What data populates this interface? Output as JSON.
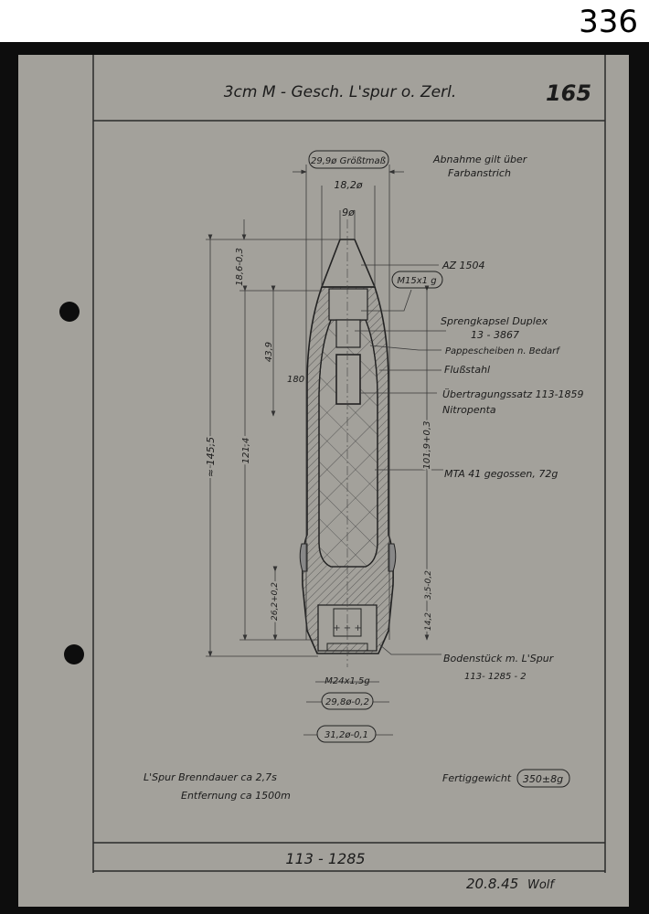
{
  "page_number": "336",
  "sheet": {
    "title": "3cm M - Gesch. L'spur o. Zerl.",
    "sheet_number": "165",
    "drawing_number": "113 - 1285",
    "date_signature": "20.8.45",
    "signature": "Wolf"
  },
  "dimensions": {
    "max_diameter": "29,9ø Größtmaß",
    "nose_diameter": "18,2ø",
    "tip_diameter": "9ø",
    "fuze_length": "18,6-0,3",
    "upper_length": "43,9",
    "total_length": "≈ 145,5",
    "body_length": "121,4",
    "radius": "180",
    "cavity_length": "101,9+0,3",
    "band_position": "26,2+0,2",
    "base_depth": "14,2",
    "band_width": "3,5-0,2",
    "base_thread": "M24x1,5g",
    "band_diameter": "29,8ø-0,2",
    "rotating_band_diameter": "31,2ø-0,1",
    "fuze_thread": "M15x1 g"
  },
  "annotations": {
    "note_line1": "Abnahme gilt über",
    "note_line2": "Farbanstrich",
    "fuze": "AZ 1504",
    "detonator_line1": "Sprengkapsel Duplex",
    "detonator_line2": "13 - 3867",
    "discs": "Pappescheiben n. Bedarf",
    "steel": "Flußstahl",
    "booster_line1": "Übertragungssatz 113-1859",
    "booster_line2": "Nitropenta",
    "filling": "MTA 41 gegossen, 72g",
    "base_line1": "Bodenstück m. L'Spur",
    "base_line2": "113- 1285 - 2",
    "tracer_line1": "L'Spur Brenndauer ca 2,7s",
    "tracer_line2": "Entfernung ca 1500m",
    "weight_label": "Fertiggewicht",
    "weight_value": "350±8g"
  }
}
